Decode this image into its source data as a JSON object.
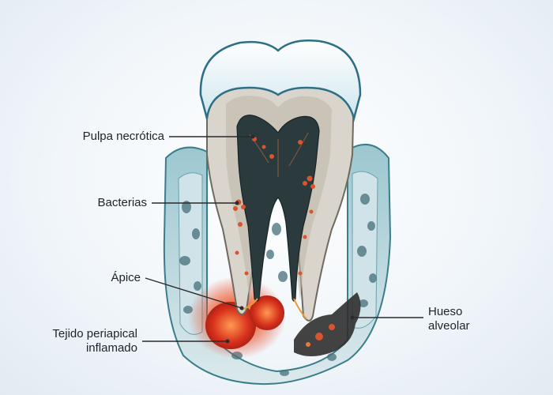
{
  "labels": {
    "necrotic_pulp": "Pulpa necrótica",
    "bacteria": "Bacterias",
    "apex": "Ápice",
    "periapical_tissue_line1": "Tejido periapical",
    "periapical_tissue_line2": "inflamado",
    "alveolar_bone_line1": "Hueso",
    "alveolar_bone_line2": "alveolar"
  },
  "colors": {
    "enamel": "#eaf6fa",
    "enamel_edge": "#2d6f86",
    "dentin": "#d9d5cc",
    "pulp": "#2a3a3d",
    "gum": "#5f9ea9",
    "bone": "#cfe3e8",
    "inflammation": "#e23a22",
    "bacteria": "#d9532e",
    "leader_line": "#2b2b2b"
  }
}
